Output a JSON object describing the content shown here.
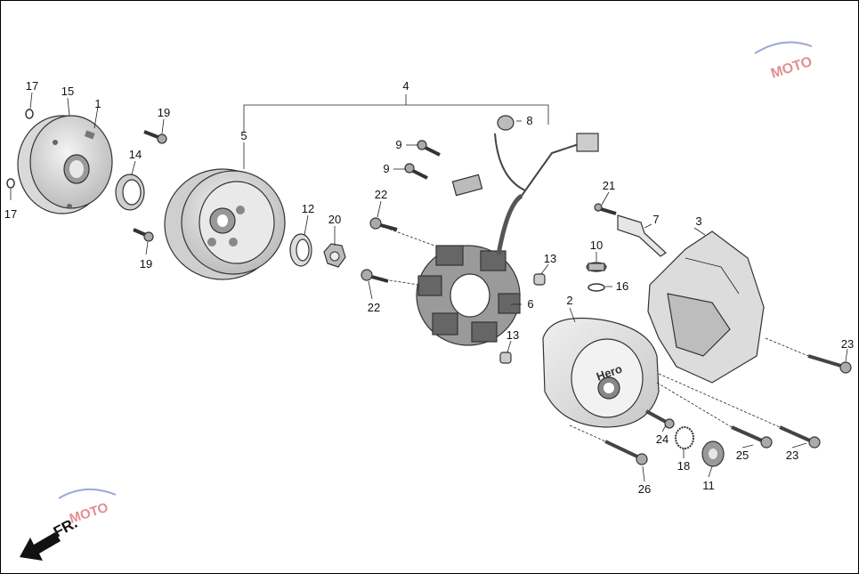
{
  "diagram": {
    "labels": {
      "p17a": "17",
      "p15": "15",
      "p1": "1",
      "p17b": "17",
      "p14": "14",
      "p19a": "19",
      "p19b": "19",
      "p4": "4",
      "p5": "5",
      "p12": "12",
      "p20": "20",
      "p8": "8",
      "p9a": "9",
      "p9b": "9",
      "p22a": "22",
      "p22b": "22",
      "p13a": "13",
      "p13b": "13",
      "p6": "6",
      "p21": "21",
      "p7": "7",
      "p3": "3",
      "p10": "10",
      "p16": "16",
      "p2": "2",
      "p23a": "23",
      "p23b": "23",
      "p24": "24",
      "p25": "25",
      "p18": "18",
      "p11": "11",
      "p26": "26"
    },
    "cover_logo": "Hero",
    "direction_label": "FR.",
    "watermark": "MOTO"
  },
  "colors": {
    "line": "#222222",
    "part_fill": "#e6e6e6",
    "part_dark": "#8a8a8a",
    "watermark_red": "#d0313a",
    "watermark_blue": "#4a5fb5"
  }
}
